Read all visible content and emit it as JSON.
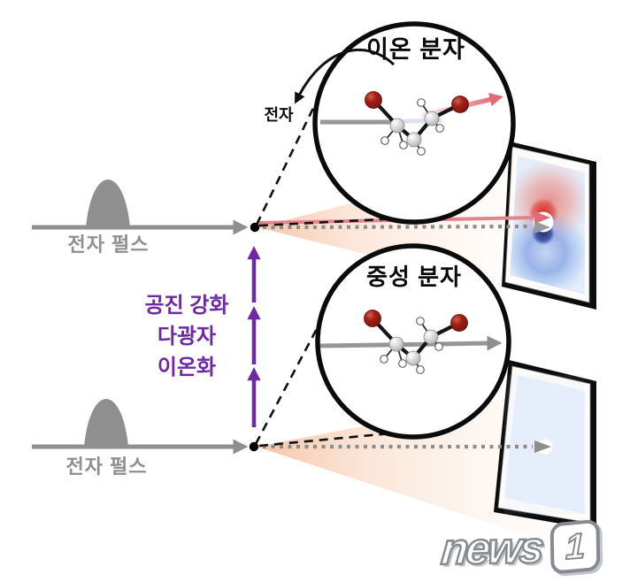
{
  "diagram": {
    "ion_circle_title": "이온 분자",
    "neutral_circle_title": "중성 분자",
    "electron_label": "전자",
    "top_pulse_label": "전자 펄스",
    "bottom_pulse_label": "전자 펄스",
    "ionization_text": {
      "line1": "공진 강화",
      "line2": "다광자",
      "line3": "이온화"
    }
  },
  "watermark": {
    "text": "news",
    "number": "1"
  },
  "colors": {
    "purple": "#6e2aa5",
    "gray": "#8f8f8f",
    "dark": "#111111",
    "pink": "#e2848d",
    "pink_deep": "#e06a76",
    "cone": "#ef9a5e",
    "red_signal": "#e02c1c",
    "blue_signal": "#2f62d8",
    "blue_core": "#1b2b6e",
    "bromine": "#a31f17",
    "carbon": "#cfcfcf",
    "panel_face": "#e9f1fb"
  }
}
